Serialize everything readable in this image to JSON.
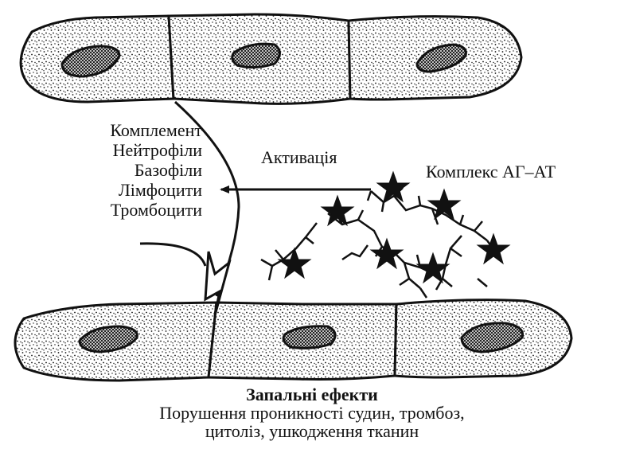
{
  "mediators": [
    "Комплемент",
    "Нейтрофіли",
    "Базофіли",
    "Лімфоцити",
    "Тромбоцити"
  ],
  "activation_label": "Активація",
  "complex_label": "Комплекс АГ–АТ",
  "effects": {
    "title": "Запальні ефекти",
    "line1": "Порушення проникності судин, тромбоз,",
    "line2": "цитоліз, ушкодження тканин"
  },
  "colors": {
    "ink": "#111111",
    "cell_fill": "#ffffff"
  }
}
